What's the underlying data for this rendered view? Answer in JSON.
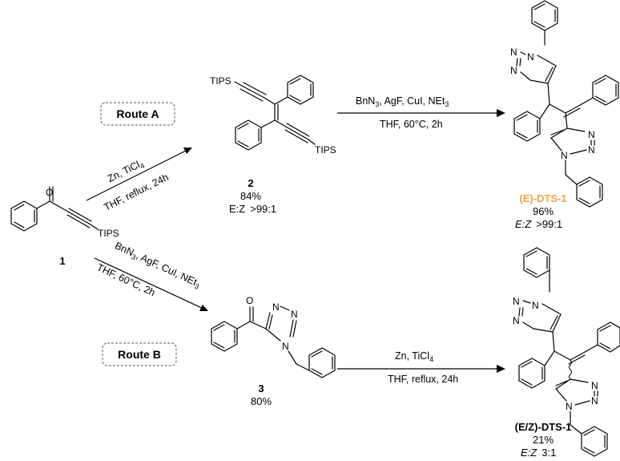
{
  "colors": {
    "ink": "#000000",
    "highlight": "#f0a04b"
  },
  "route_a": {
    "label": "Route A"
  },
  "route_b": {
    "label": "Route B"
  },
  "compound_1": {
    "number": "1",
    "tips": "TIPS",
    "oxygen": "O"
  },
  "compound_2": {
    "number": "2",
    "yield": "84%",
    "ratio_label": "E:Z",
    "ratio_value": ">99:1",
    "tips_top": "TIPS",
    "tips_bottom": "TIPS"
  },
  "compound_3": {
    "number": "3",
    "yield": "80%",
    "oxygen": "O"
  },
  "edts1": {
    "name": "(E)-DTS-1",
    "yield": "96%",
    "ratio_label": "E:Z",
    "ratio_value": ">99:1"
  },
  "ezdts1": {
    "name": "(E/Z)-DTS-1",
    "yield": "21%",
    "ratio_label": "E:Z",
    "ratio_value": "3:1"
  },
  "cond_1to2": {
    "line1_base": "Zn, TiCl",
    "line1_sub": "4",
    "line2": "THF, reflux, 24h"
  },
  "cond_2toE": {
    "l1a": "BnN",
    "l1a_sub": "3",
    "l1b": ", AgF, CuI, NEt",
    "l1b_sub": "3",
    "line2": "THF, 60°C, 2h"
  },
  "cond_1to3": {
    "l1a": "BnN",
    "l1a_sub": "3",
    "l1b": ", AgF, CuI, NEt",
    "l1b_sub": "3",
    "line2": "THF, 60°C, 2h"
  },
  "cond_3toEZ": {
    "line1_base": "Zn, TiCl",
    "line1_sub": "4",
    "line2": "THF, reflux, 24h"
  },
  "atoms": {
    "N": "N"
  }
}
